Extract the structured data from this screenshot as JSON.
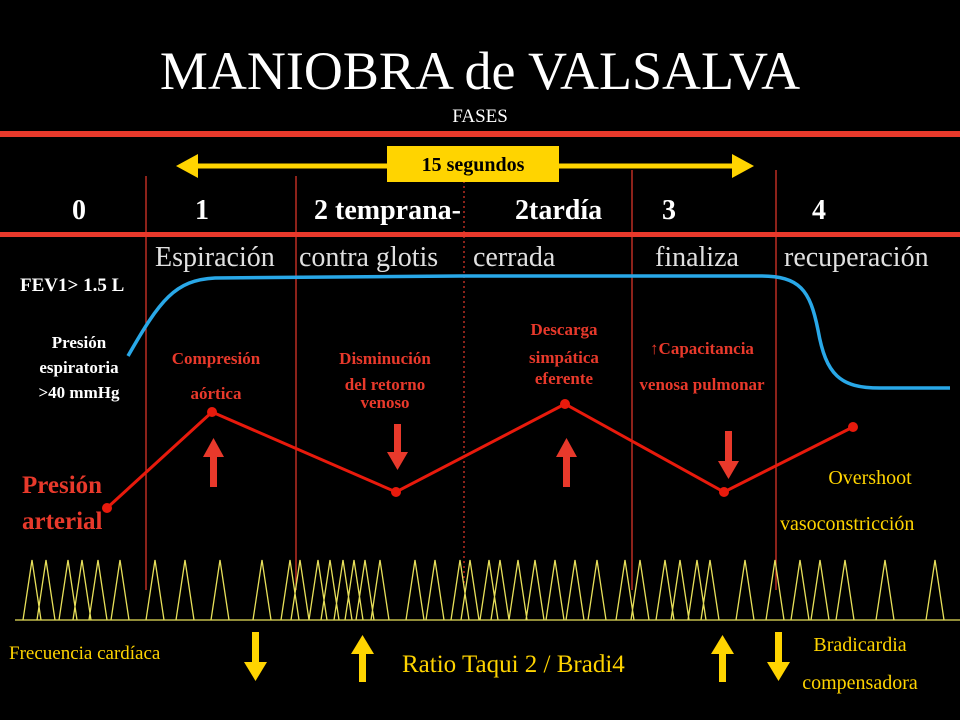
{
  "header": {
    "title": "MANIOBRA de VALSALVA",
    "subtitle": "FASES"
  },
  "duration_label": "15 segundos",
  "phases": [
    "0",
    "1",
    "2 temprana-",
    "2tardía",
    "3",
    "4"
  ],
  "description_words": [
    "Espiración",
    "contra glotis",
    "cerrada",
    "finaliza",
    "recuperación"
  ],
  "fev_label": "FEV1> 1.5 L",
  "expiratory_pressure": [
    "Presión",
    "espiratoria",
    ">40 mmHg"
  ],
  "mechanisms": {
    "compresion": [
      "Compresión",
      "aórtica"
    ],
    "disminucion": [
      "Disminución",
      "del retorno",
      "venoso"
    ],
    "descarga": [
      "Descarga",
      "simpática",
      "eferente"
    ],
    "capacitancia": [
      "↑Capacitancia",
      "venosa pulmonar"
    ]
  },
  "arterial_pressure_label": [
    "Presión",
    "arterial"
  ],
  "overshoot": [
    "Overshoot",
    "vasoconstricción"
  ],
  "heart_rate_label": "Frecuencia cardíaca",
  "ratio_label": "Ratio Taqui 2 / Bradi4",
  "bradicardia": [
    "Bradicardia",
    "compensadora"
  ],
  "colors": {
    "background": "#000000",
    "accent_line": "#e8392b",
    "pressure_curve": "#29a8e8",
    "arterial_line": "#e81a0c",
    "up_arrow": "#e8392b",
    "heart_rate": "#e8e05a",
    "yellow": "#ffd400"
  }
}
